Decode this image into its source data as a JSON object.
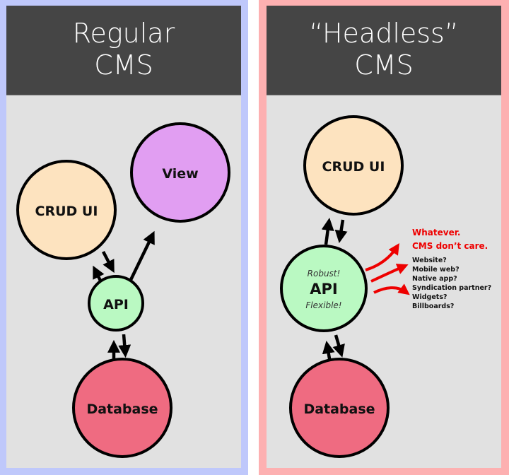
{
  "panels": [
    {
      "id": "regular",
      "title_lines": [
        "Regular",
        "CMS"
      ],
      "border_color": "#bfc8fb",
      "nodes": {
        "crud": {
          "label": "CRUD UI",
          "color": "#fde3bf"
        },
        "view": {
          "label": "View",
          "color": "#e19ef2"
        },
        "api": {
          "label": "API",
          "color": "#baf9c2"
        },
        "database": {
          "label": "Database",
          "color": "#ef6b81"
        }
      }
    },
    {
      "id": "headless",
      "title_lines": [
        "“Headless”",
        "CMS"
      ],
      "border_color": "#fdb0b1",
      "nodes": {
        "crud": {
          "label": "CRUD UI",
          "color": "#fde3bf"
        },
        "api": {
          "label": "API",
          "sublabel_top": "Robust!",
          "sublabel_bottom": "Flexible!",
          "color": "#baf9c2"
        },
        "database": {
          "label": "Database",
          "color": "#ef6b81"
        }
      },
      "note": {
        "headline": [
          "Whatever.",
          "CMS don’t care."
        ],
        "headline_color": "#ee0000",
        "items": [
          "Website?",
          "Mobile web?",
          "Native app?",
          "Syndication partner?",
          "Widgets?",
          "Billboards?"
        ]
      }
    }
  ],
  "colors": {
    "header_bg": "#454545",
    "panel_bg": "#e1e1e1",
    "arrow": "#000000",
    "red_arrow": "#ee0000"
  }
}
